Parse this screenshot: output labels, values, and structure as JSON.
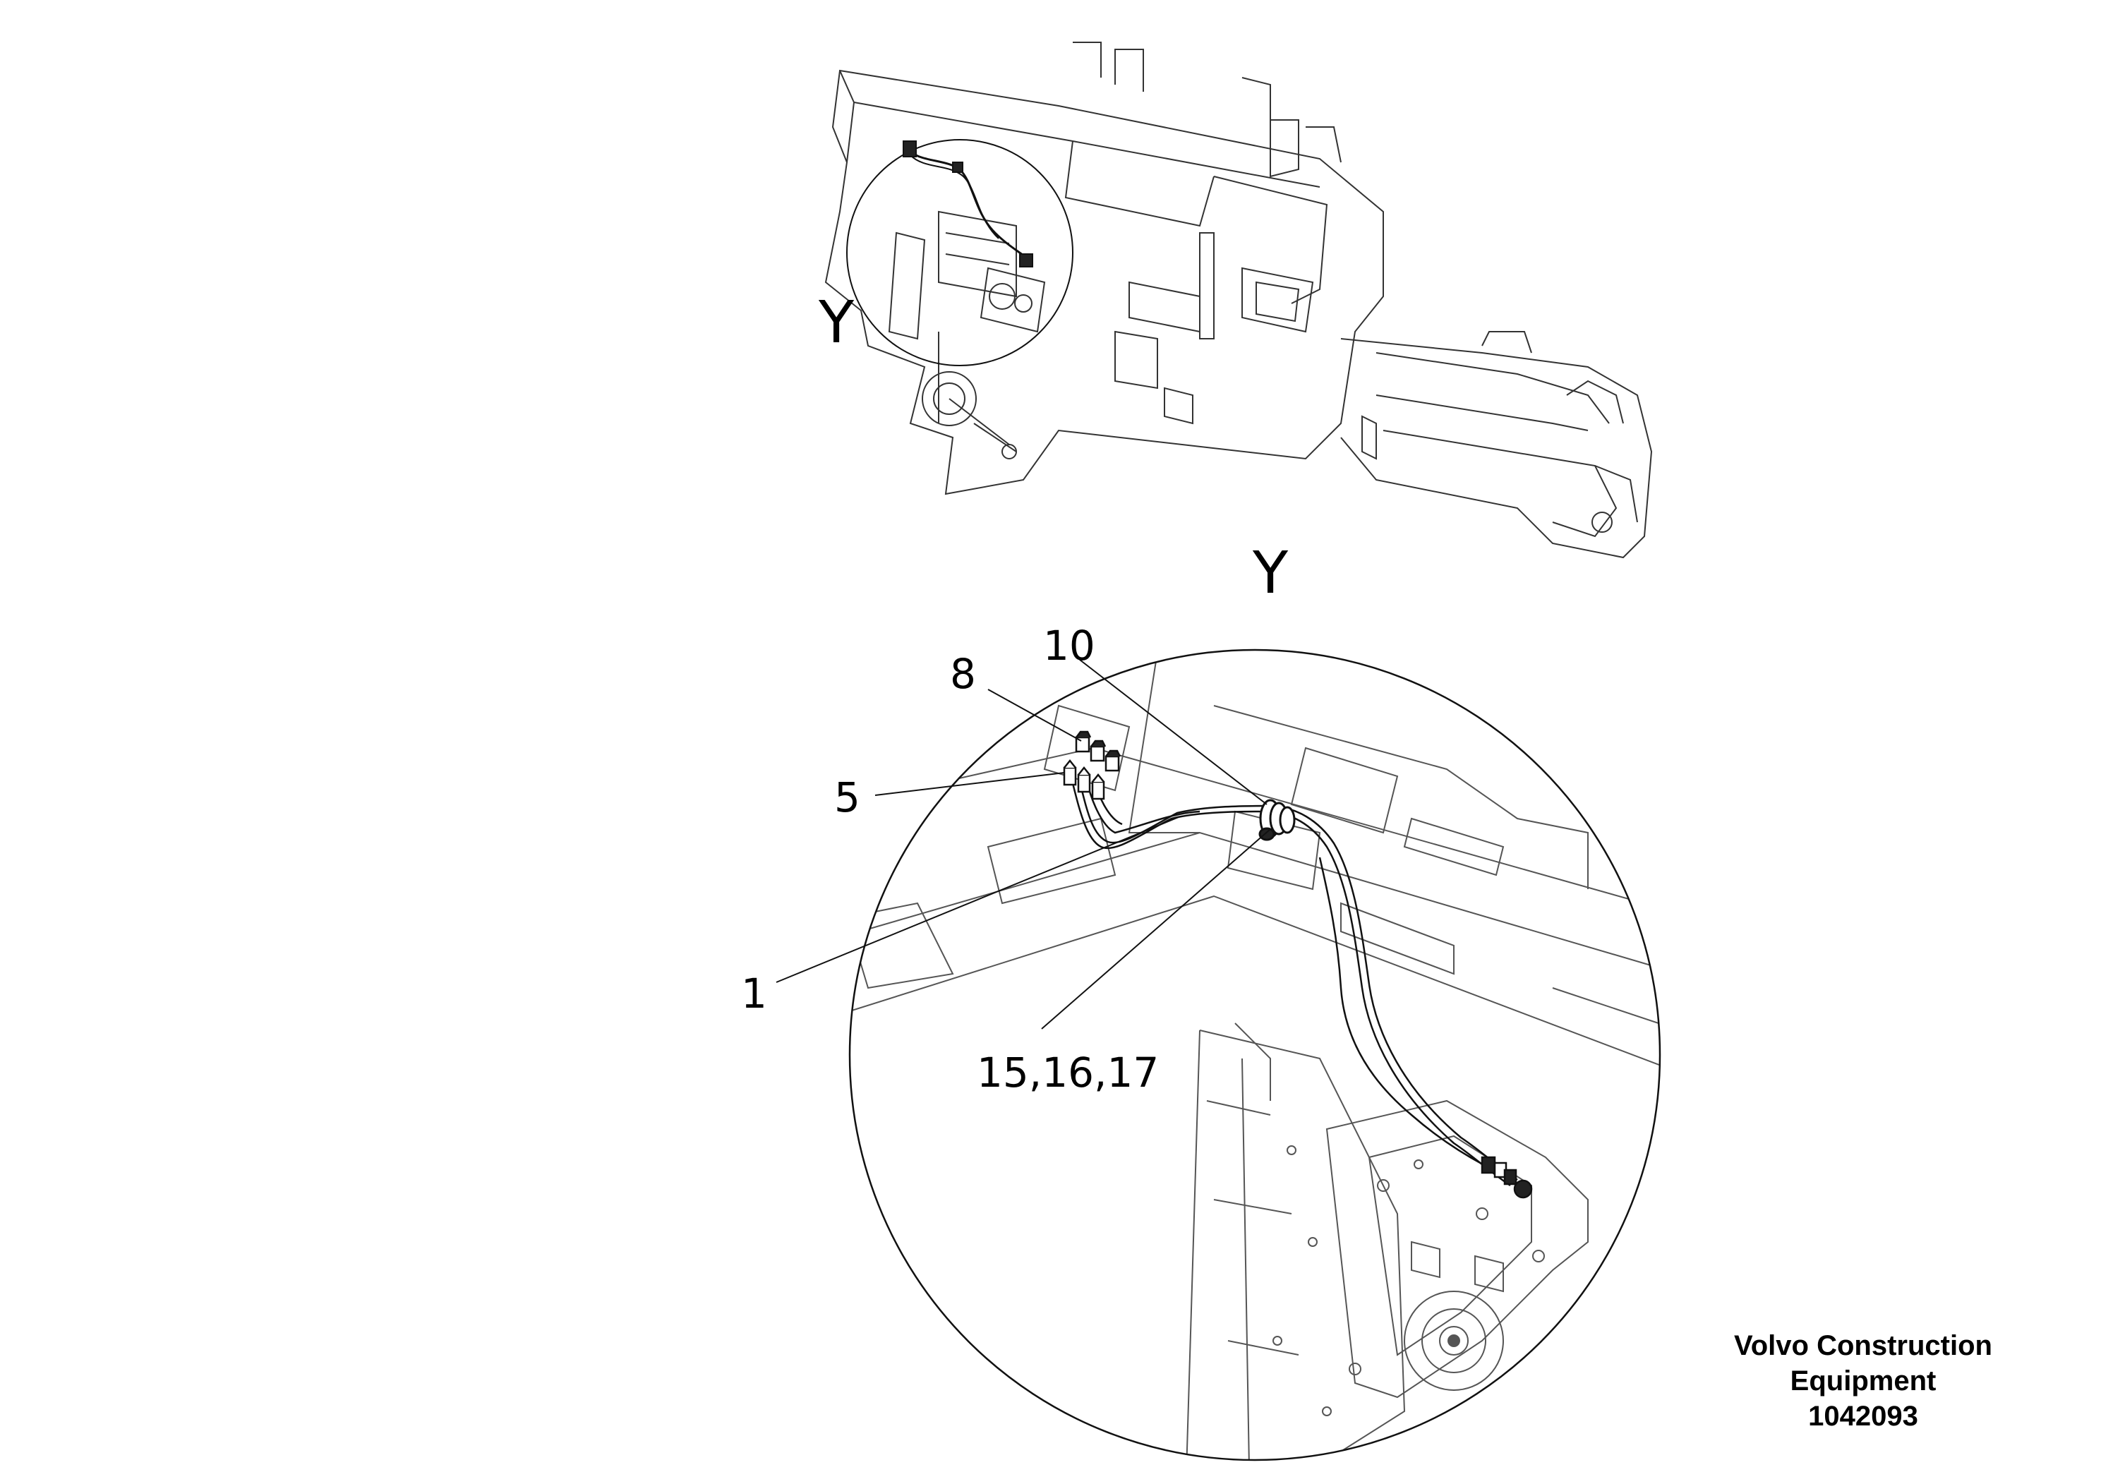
{
  "view_labels": {
    "overview_detail_marker": "Y",
    "detail_view_title": "Y"
  },
  "callouts": [
    {
      "id": "item-10",
      "label": "10"
    },
    {
      "id": "item-8",
      "label": "8"
    },
    {
      "id": "item-5",
      "label": "5"
    },
    {
      "id": "item-1",
      "label": "1"
    },
    {
      "id": "item-15-16-17",
      "label": "15,16,17"
    }
  ],
  "credit": {
    "line1": "Volvo Construction",
    "line2": "Equipment",
    "code": "1042093"
  }
}
